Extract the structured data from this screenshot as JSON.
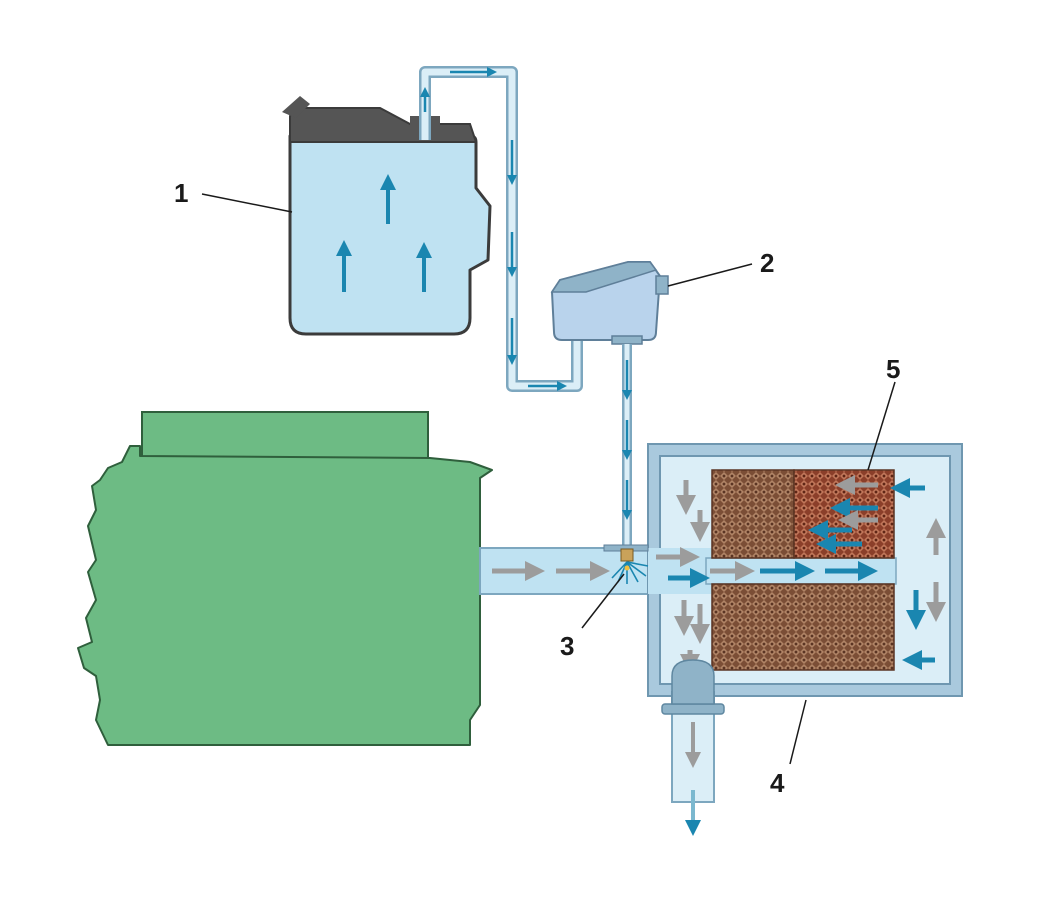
{
  "callouts": {
    "tank": "1",
    "pump_module": "2",
    "dosing_nozzle": "3",
    "scr_housing": "4",
    "catalyst": "5"
  },
  "colors": {
    "fluid": "#bfe2f2",
    "fluid_outline": "#7da7bf",
    "tank_cap": "#555555",
    "engine": "#6dbb84",
    "engine_outline": "#2f5f3c",
    "catalyst": "#8a5a3e",
    "catalyst_accent": "#b5573a",
    "arrow_blue": "#1a86b0",
    "arrow_grey": "#9c9c9c",
    "housing": "#a9c9dd"
  }
}
